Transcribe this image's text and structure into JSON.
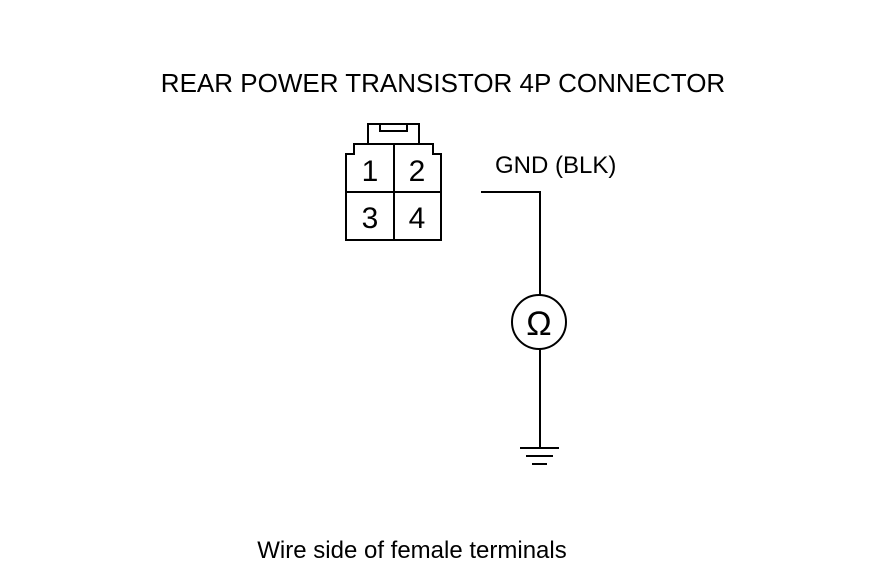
{
  "title": "REAR POWER TRANSISTOR 4P CONNECTOR",
  "connector": {
    "terminals": [
      "1",
      "2",
      "3",
      "4"
    ]
  },
  "wire_label": "GND (BLK)",
  "meter_symbol": "Ω",
  "caption": "Wire side of female terminals",
  "icons": {
    "meter": "ohmmeter-icon",
    "ground": "ground-icon"
  },
  "colors": {
    "line": "#000000",
    "background": "#ffffff"
  }
}
